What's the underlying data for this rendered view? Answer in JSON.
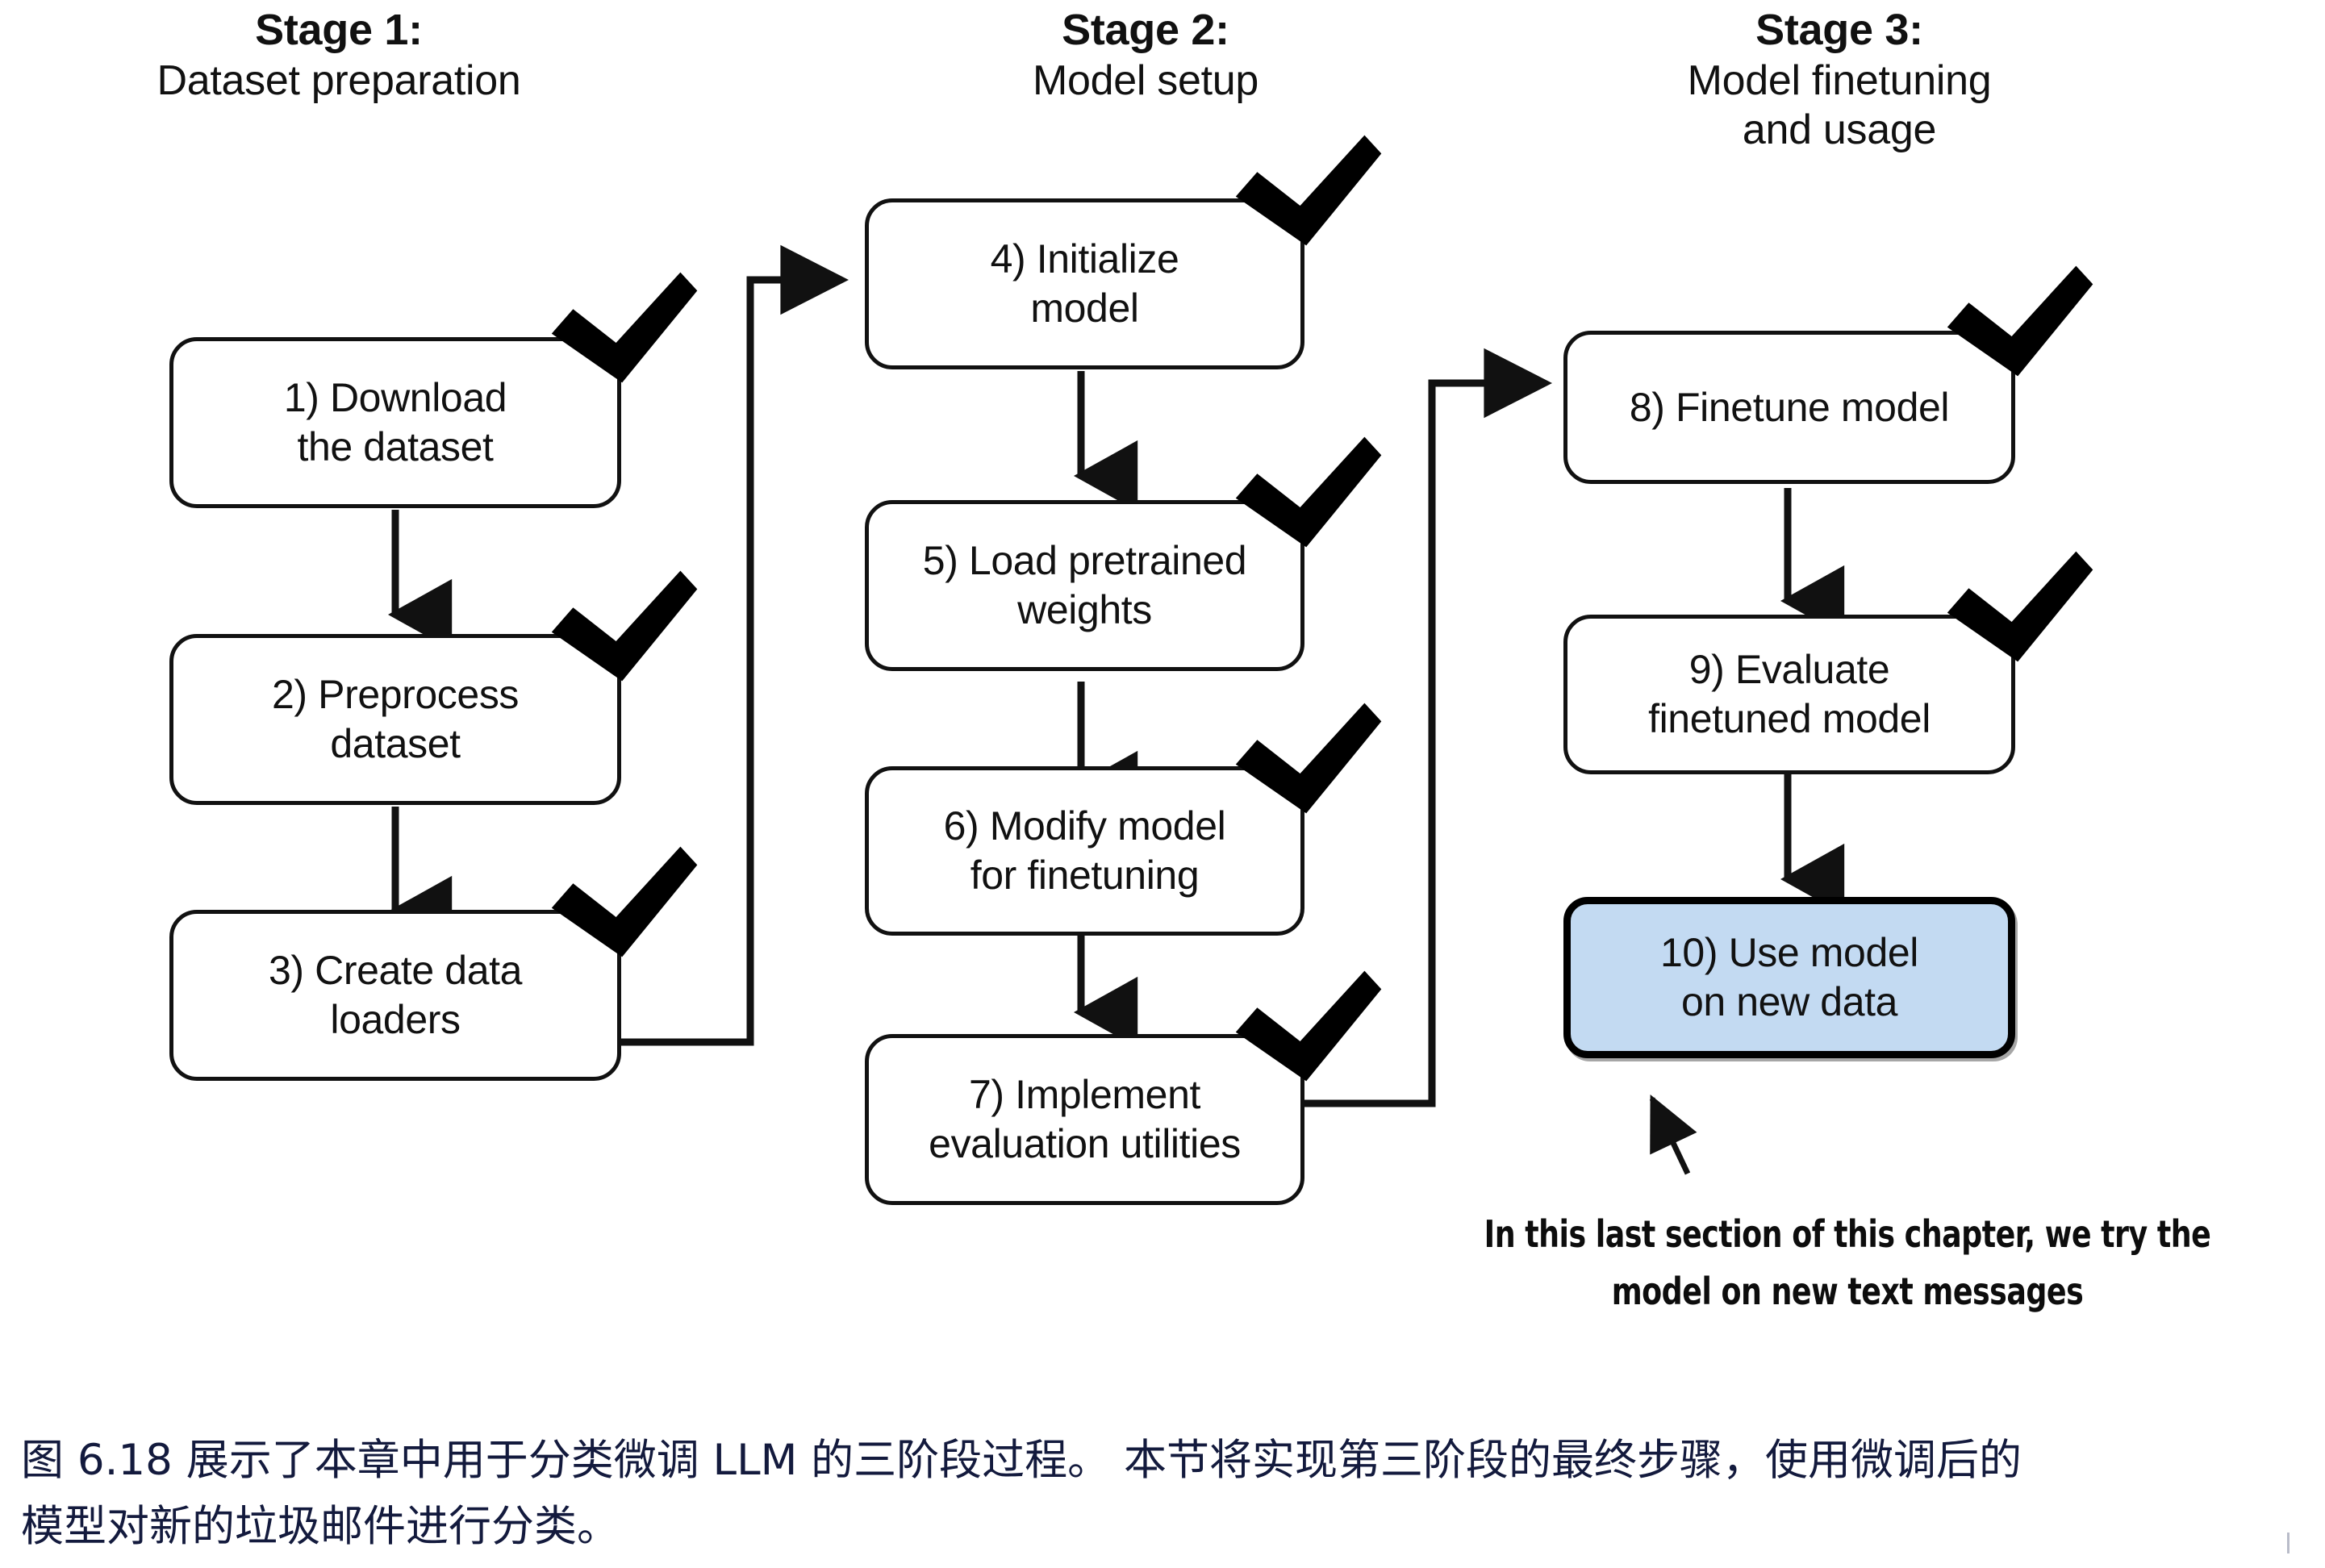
{
  "figure": {
    "stages": [
      {
        "id": "stage-1",
        "title": "Stage 1:",
        "subtitle": "Dataset preparation",
        "steps": [
          {
            "id": "step-1",
            "number": "1)",
            "line1": "1) Download",
            "line2": "the dataset",
            "checked": true,
            "highlight": false
          },
          {
            "id": "step-2",
            "number": "2)",
            "line1": "2) Preprocess",
            "line2": "dataset",
            "checked": true,
            "highlight": false
          },
          {
            "id": "step-3",
            "number": "3)",
            "line1": "3) Create data",
            "line2": "loaders",
            "checked": true,
            "highlight": false
          }
        ]
      },
      {
        "id": "stage-2",
        "title": "Stage 2:",
        "subtitle": "Model setup",
        "steps": [
          {
            "id": "step-4",
            "number": "4)",
            "line1": "4) Initialize",
            "line2": "model",
            "checked": true,
            "highlight": false
          },
          {
            "id": "step-5",
            "number": "5)",
            "line1": "5) Load pretrained",
            "line2": "weights",
            "checked": true,
            "highlight": false
          },
          {
            "id": "step-6",
            "number": "6)",
            "line1": "6) Modify model",
            "line2": "for finetuning",
            "checked": true,
            "highlight": false
          },
          {
            "id": "step-7",
            "number": "7)",
            "line1": "7) Implement",
            "line2": "evaluation utilities",
            "checked": true,
            "highlight": false
          }
        ]
      },
      {
        "id": "stage-3",
        "title": "Stage 3:",
        "subtitle_line1": "Model finetuning",
        "subtitle_line2": "and usage",
        "steps": [
          {
            "id": "step-8",
            "number": "8)",
            "line1": "8) Finetune model",
            "line2": "",
            "checked": true,
            "highlight": false
          },
          {
            "id": "step-9",
            "number": "9)",
            "line1": "9) Evaluate",
            "line2": "finetuned model",
            "checked": true,
            "highlight": false
          },
          {
            "id": "step-10",
            "number": "10)",
            "line1": "10) Use model",
            "line2": "on new data",
            "checked": false,
            "highlight": true
          }
        ]
      }
    ],
    "annotation": {
      "line1": "In this last section of this chapter, we try the",
      "line2": "model on new text messages"
    },
    "caption": {
      "line1": "图 6.18 展示了本章中用于分类微调 LLM 的三阶段过程。 本节将实现第三阶段的最终步骤，使用微调后的",
      "line2": "模型对新的垃圾邮件进行分类。"
    },
    "colors": {
      "highlight_fill": "#c3daf2",
      "stroke": "#111111",
      "caption_text": "#131a3d",
      "background": "#ffffff"
    },
    "icons": {
      "check": "check-icon",
      "arrow_down": "arrow-down-icon",
      "arrow_right": "arrow-right-icon",
      "callout_arrow": "callout-arrow-icon"
    }
  }
}
